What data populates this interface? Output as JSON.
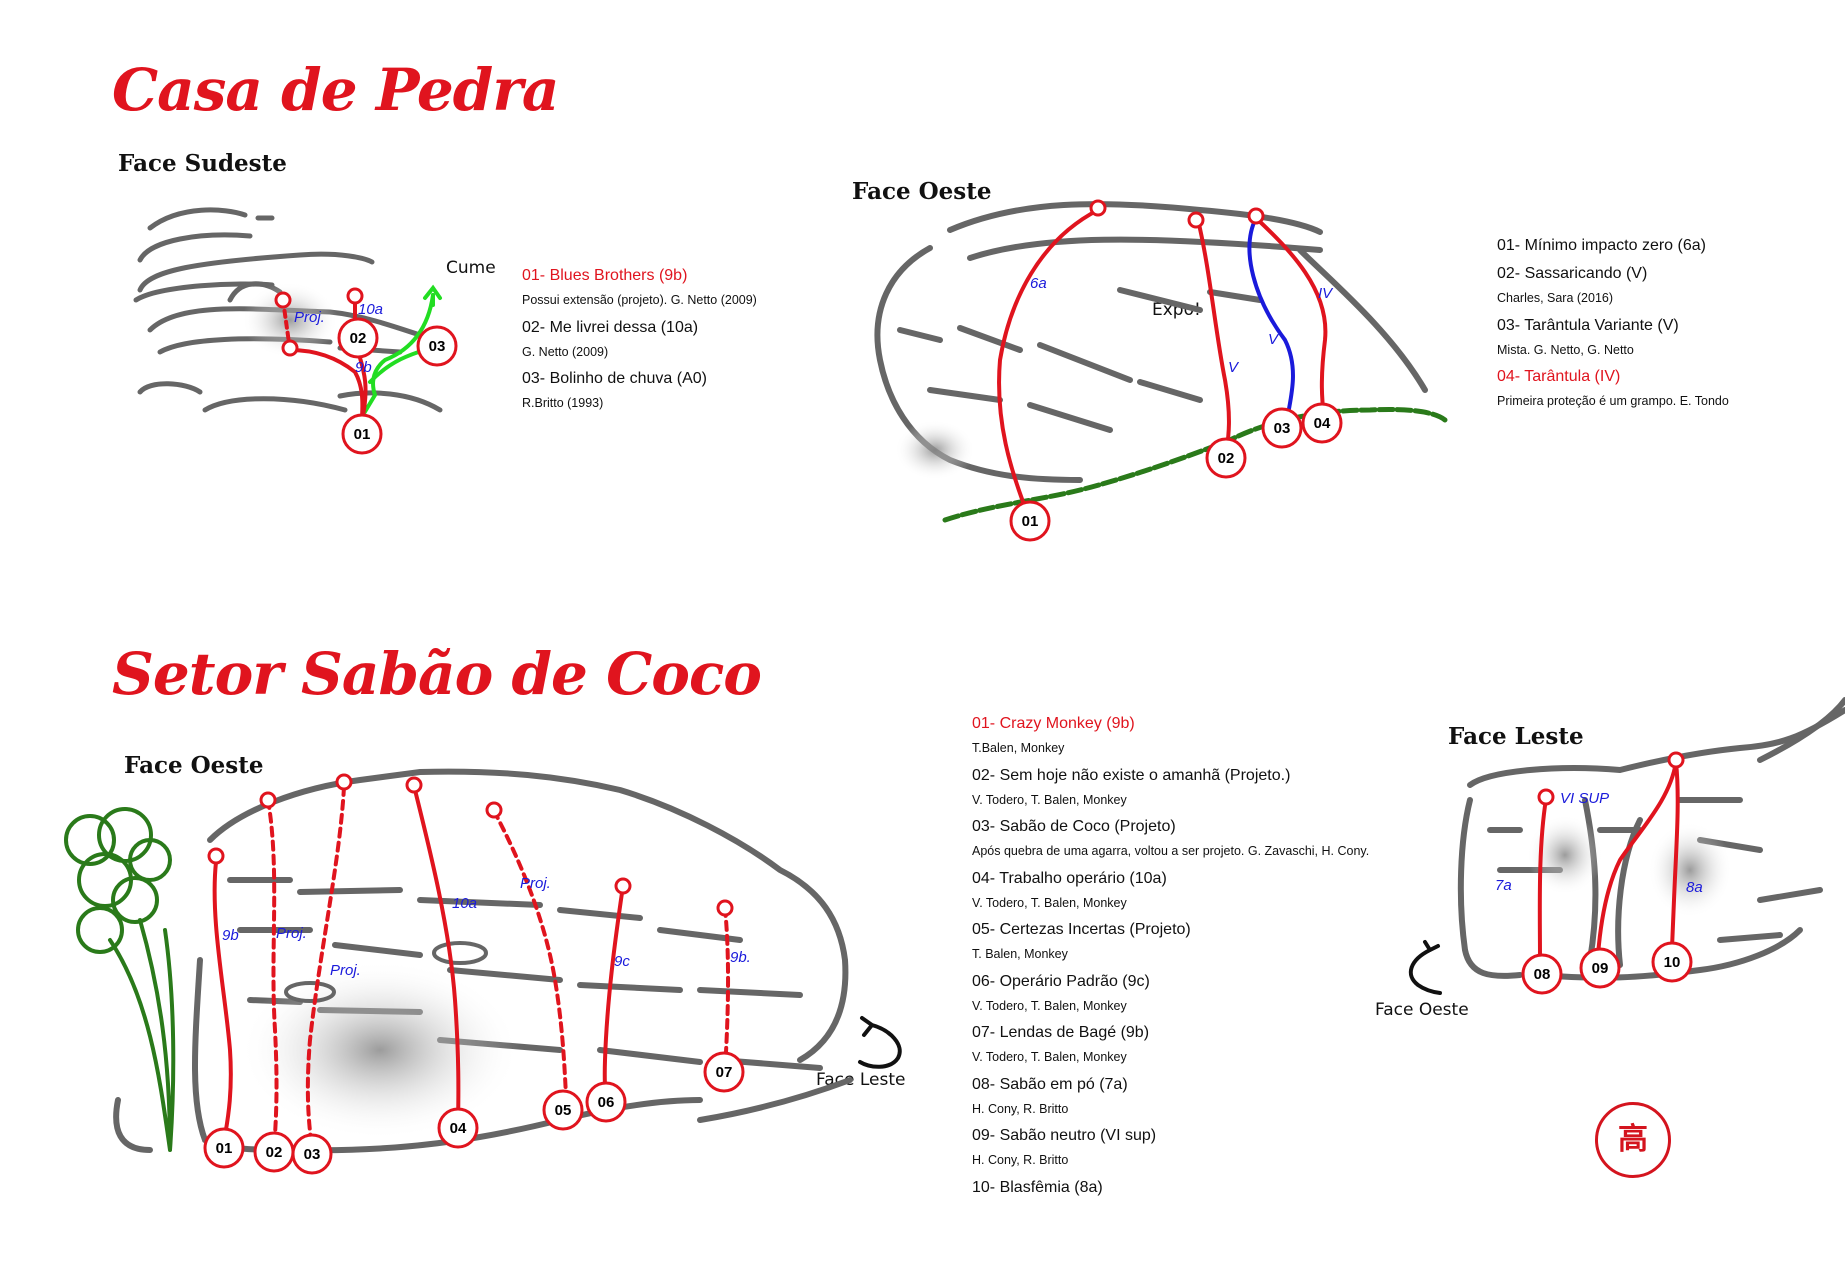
{
  "casa": {
    "title": "Casa de Pedra",
    "sudeste": {
      "face": "Face Sudeste",
      "cume": "Cume",
      "anchors": [
        "01",
        "02",
        "03"
      ],
      "grades": [
        "Proj.",
        "10a",
        "9b"
      ],
      "routes": [
        {
          "name": "01- Blues Brothers (9b)",
          "sub": "Possui extensão (projeto). G. Netto (2009)",
          "highlight": true
        },
        {
          "name": "02- Me livrei dessa (10a)",
          "sub": "G. Netto (2009)",
          "highlight": false
        },
        {
          "name": "03- Bolinho de chuva (A0)",
          "sub": "R.Britto (1993)",
          "highlight": false
        }
      ]
    },
    "oeste": {
      "face": "Face Oeste",
      "expo": "Expo!",
      "anchors": [
        "01",
        "02",
        "03",
        "04"
      ],
      "grades": [
        "6a",
        "V",
        "V",
        "IV"
      ],
      "routes": [
        {
          "name": "01- Mínimo impacto zero (6a)",
          "sub": "",
          "highlight": false
        },
        {
          "name": "02- Sassaricando (V)",
          "sub": "Charles, Sara (2016)",
          "highlight": false
        },
        {
          "name": "03- Tarântula Variante (V)",
          "sub": "Mista. G. Netto, G. Netto",
          "highlight": false
        },
        {
          "name": "04- Tarântula (IV)",
          "sub": "Primeira proteção é um grampo. E. Tondo",
          "highlight": true
        }
      ]
    }
  },
  "sabao": {
    "title": "Setor Sabão de Coco",
    "oeste": {
      "face": "Face Oeste",
      "arrow": "Face Leste",
      "anchors": [
        "01",
        "02",
        "03",
        "04",
        "05",
        "06",
        "07"
      ],
      "grades": [
        "9b",
        "Proj.",
        "Proj.",
        "10a",
        "Proj.",
        "9c",
        "9b."
      ]
    },
    "leste": {
      "face": "Face Leste",
      "arrow": "Face Oeste",
      "anchors": [
        "08",
        "09",
        "10"
      ],
      "grades": [
        "7a",
        "VI SUP",
        "8a"
      ]
    },
    "routes": [
      {
        "name": "01- Crazy Monkey (9b)",
        "sub": "T.Balen, Monkey",
        "highlight": true
      },
      {
        "name": "02- Sem hoje não existe o amanhã (Projeto.)",
        "sub": "V. Todero, T. Balen, Monkey",
        "highlight": false
      },
      {
        "name": "03- Sabão de Coco (Projeto)",
        "sub": "Após quebra de uma agarra, voltou a ser projeto. G. Zavaschi, H. Cony.",
        "highlight": false
      },
      {
        "name": "04- Trabalho operário (10a)",
        "sub": "V. Todero, T. Balen, Monkey",
        "highlight": false
      },
      {
        "name": "05- Certezas Incertas (Projeto)",
        "sub": "T. Balen, Monkey",
        "highlight": false
      },
      {
        "name": "06- Operário Padrão (9c)",
        "sub": "V. Todero, T. Balen, Monkey",
        "highlight": false
      },
      {
        "name": "07- Lendas de Bagé (9b)",
        "sub": "V. Todero, T. Balen, Monkey",
        "highlight": false
      },
      {
        "name": "08- Sabão em pó (7a)",
        "sub": "H. Cony, R. Britto",
        "highlight": false
      },
      {
        "name": "09- Sabão neutro (VI sup)",
        "sub": "H. Cony, R. Britto",
        "highlight": false
      },
      {
        "name": "10- Blasfêmia (8a)",
        "sub": "",
        "highlight": false
      }
    ]
  },
  "colors": {
    "route": "#e0141e",
    "variant": "#1a1adb",
    "approach": "#22dd22",
    "rock": "#666666",
    "grass": "#2a7a1a"
  },
  "seal": {
    "glyph": "高"
  }
}
